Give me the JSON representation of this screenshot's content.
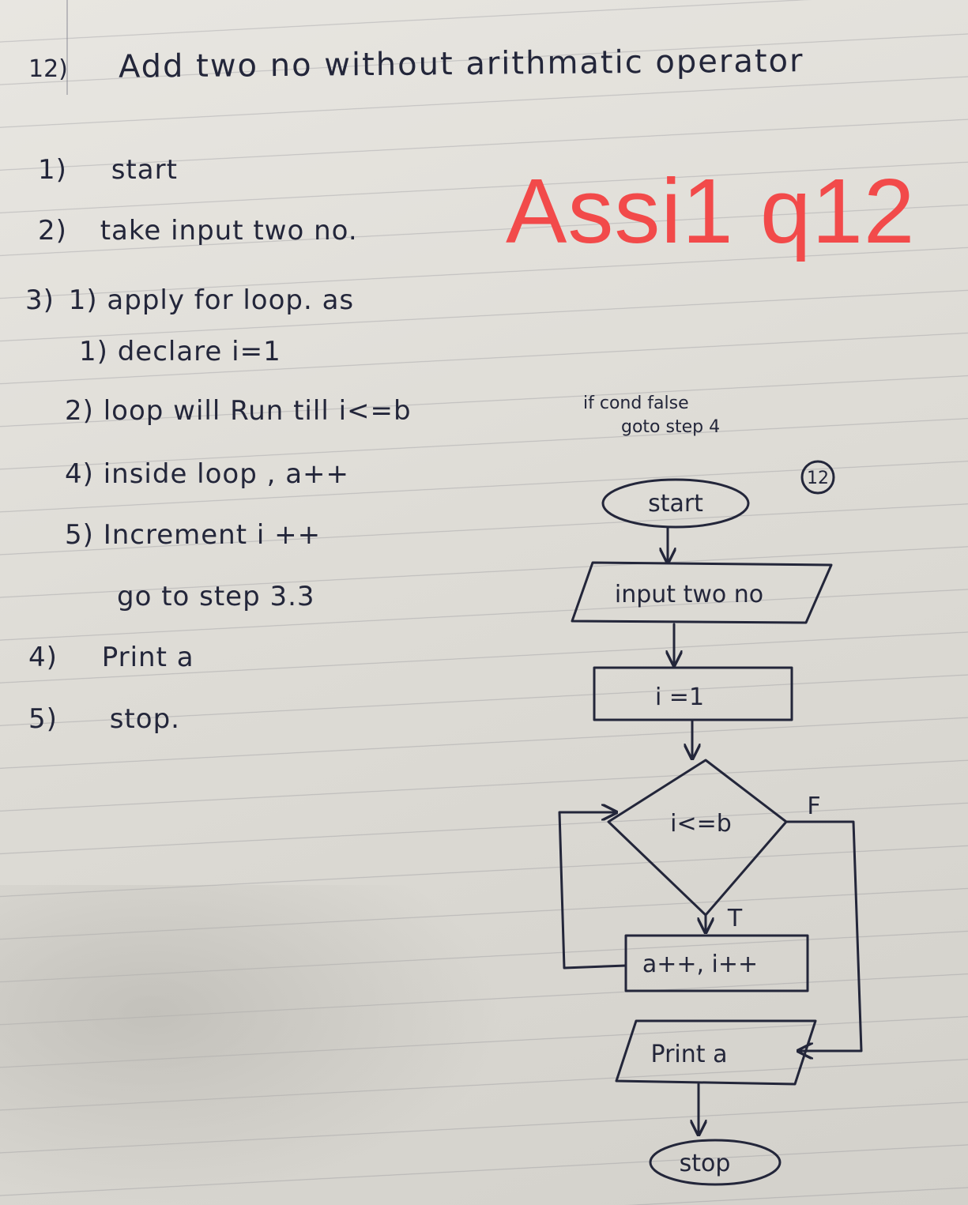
{
  "header": {
    "number": "12)",
    "title": "Add two no without arithmatic operator"
  },
  "watermark": "Assi1 q12",
  "steps": [
    {
      "num": "1)",
      "text": "start"
    },
    {
      "num": "2)",
      "text": "take input two no."
    },
    {
      "num": "3)",
      "text": "1) apply for loop. as"
    },
    {
      "num": "",
      "text": "1) declare i=1"
    },
    {
      "num": "",
      "text": "2) loop will Run till  i<=b"
    },
    {
      "num": "",
      "text": "4) inside loop ,  a++"
    },
    {
      "num": "",
      "text": "5) Increment  i ++"
    },
    {
      "num": "",
      "text": "go to step 3.3"
    },
    {
      "num": "4)",
      "text": "Print  a"
    },
    {
      "num": "5)",
      "text": "stop."
    }
  ],
  "cond_note": {
    "line1": "if cond false",
    "line2": "goto step 4"
  },
  "flowchart": {
    "badge": "12",
    "start": "start",
    "input": "input two no",
    "init": "i =1",
    "decision": "i<=b",
    "true_label": "T",
    "false_label": "F",
    "body": "a++, i++",
    "output": "Print a",
    "stop": "stop"
  },
  "colors": {
    "ink": "#23263a",
    "watermark": "#f24a4a",
    "paper": "#e4e2dd"
  }
}
